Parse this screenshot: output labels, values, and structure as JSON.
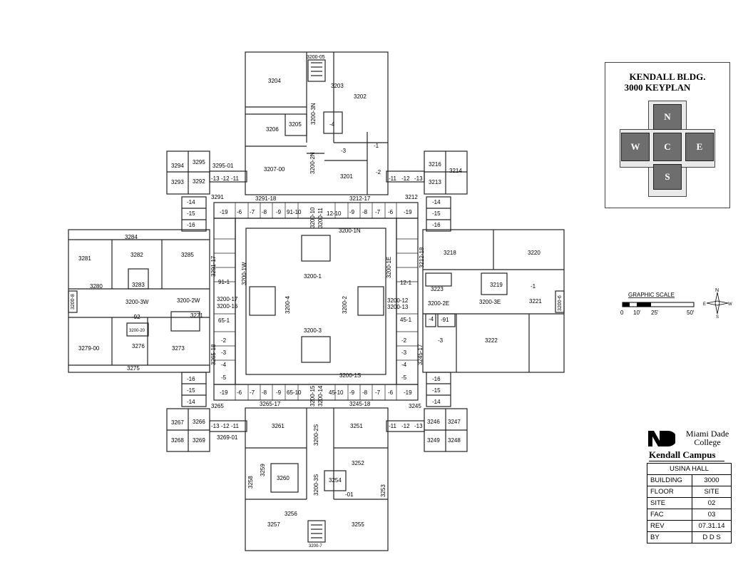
{
  "keyplan": {
    "title_line1": "KENDALL BLDG.",
    "title_line2": "3000 KEYPLAN",
    "blocks": {
      "n": "N",
      "w": "W",
      "c": "C",
      "e": "E",
      "s": "S"
    }
  },
  "scale": {
    "title": "GRAPHIC SCALE",
    "ticks": [
      "0",
      "10'",
      "25'",
      "50'"
    ]
  },
  "compass": {
    "n": "N",
    "e": "E",
    "s": "S",
    "w": "W"
  },
  "logo": {
    "name_line1": "Miami Dade",
    "name_line2": "College",
    "campus": "Kendall Campus"
  },
  "info": {
    "hall": "USINA  HALL",
    "rows": [
      {
        "k": "BUILDING",
        "v": "3000"
      },
      {
        "k": "FLOOR",
        "v": "SITE"
      },
      {
        "k": "SITE",
        "v": "02"
      },
      {
        "k": "FAC",
        "v": "03"
      },
      {
        "k": "REV",
        "v": "07.31.14"
      },
      {
        "k": "BY",
        "v": "D  D  S"
      }
    ]
  },
  "rooms": {
    "north": [
      "3200-05",
      "3204",
      "3203",
      "3202",
      "3206",
      "3205",
      "-4",
      "3200-3N",
      "3207-00",
      "-3",
      "-1",
      "3200-2N",
      "3201",
      "-2"
    ],
    "nw_pod": [
      "3294",
      "3295",
      "3295-01",
      "3293",
      "3292",
      "-13",
      "-12",
      "-11",
      "3291",
      "3291-18",
      "-14",
      "-15",
      "-16"
    ],
    "ne_pod": [
      "3216",
      "3214",
      "3213",
      "-11",
      "-12",
      "-13",
      "3212-17",
      "3212",
      "-14",
      "-15",
      "-16"
    ],
    "north_corr": [
      "3200-10",
      "3200-11",
      "-19",
      "-6",
      "-7",
      "-8",
      "-9",
      "91-10",
      "12-10",
      "-9",
      "-8",
      "-7",
      "-6",
      "-19"
    ],
    "center": [
      "3200-1N",
      "3200-1",
      "3200-4",
      "3200-2",
      "3200-3",
      "3200-1S",
      "3200-1W",
      "3200-1E"
    ],
    "west": [
      "3284",
      "3281",
      "3282",
      "3285",
      "3280",
      "3283",
      "3200-3W",
      "3200-8",
      "-92",
      "3200-20",
      "3279-00",
      "3276",
      "3273",
      "3275",
      "3200-2W",
      "3271",
      "3200-17",
      "3200-16",
      "3291-17",
      "91-1",
      "65-1",
      "3265-18",
      "-5",
      "-4",
      "-3",
      "-2"
    ],
    "east": [
      "3218",
      "3220",
      "3212-18",
      "3223",
      "3219",
      "-1",
      "3221",
      "3200-6",
      "-4",
      "-91",
      "3200-2E",
      "3200-3E",
      "3200-12",
      "3200-13",
      "12-1",
      "45-1",
      "-3",
      "3222",
      "3245-17",
      "-5",
      "-4",
      "-3",
      "-2"
    ],
    "south_corr": [
      "3200-15",
      "3200-14",
      "-19",
      "-6",
      "-7",
      "-8",
      "-9",
      "65-10",
      "45-10",
      "-9",
      "-8",
      "-7",
      "-6",
      "-19"
    ],
    "sw_pod": [
      "-16",
      "-15",
      "-14",
      "3265",
      "3265-17",
      "3267",
      "3266",
      "-13",
      "-12",
      "-11",
      "3268",
      "3269",
      "3269-01"
    ],
    "se_pod": [
      "-16",
      "-15",
      "-14",
      "3245",
      "3245-18",
      "-11",
      "-12",
      "-13",
      "3246",
      "3247",
      "3249",
      "3248"
    ],
    "south": [
      "3261",
      "3200-2S",
      "3251",
      "3252",
      "3259",
      "3258",
      "3260",
      "3200-3S",
      "3254",
      "-01",
      "3253",
      "3256",
      "3257",
      "3255",
      "3200-7"
    ]
  }
}
